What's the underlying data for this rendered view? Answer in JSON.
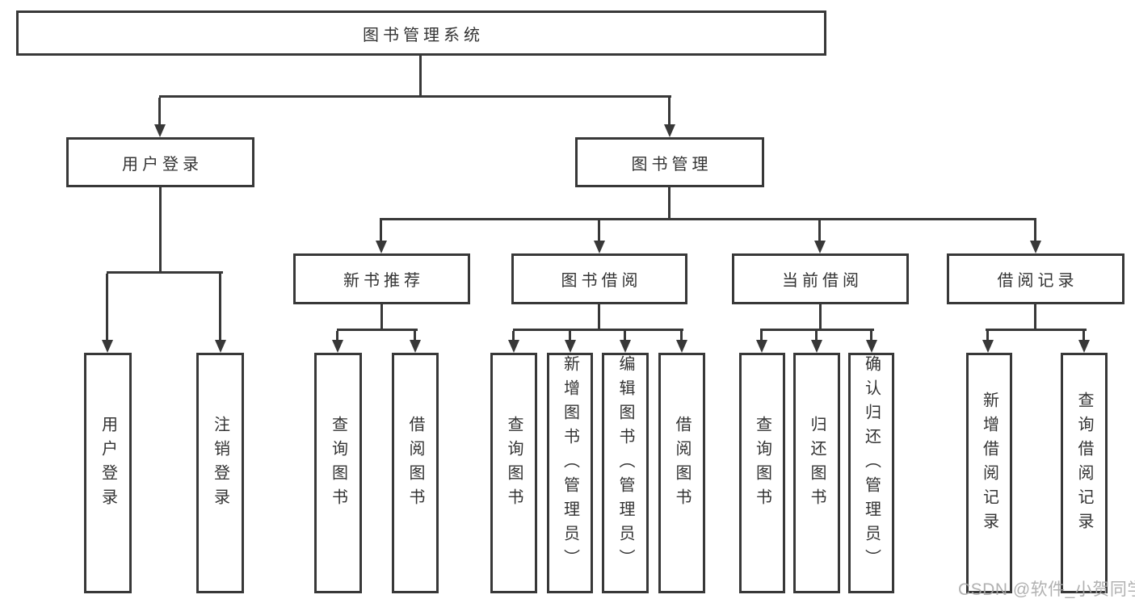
{
  "diagram": {
    "root": {
      "label": "图书管理系统"
    },
    "level2": [
      {
        "label": "用户登录"
      },
      {
        "label": "图书管理"
      }
    ],
    "level3": [
      {
        "label": "新书推荐"
      },
      {
        "label": "图书借阅"
      },
      {
        "label": "当前借阅"
      },
      {
        "label": "借阅记录"
      }
    ],
    "leaves": {
      "user_login": [
        {
          "label": "用户登录"
        },
        {
          "label": "注销登录"
        }
      ],
      "new_book": [
        {
          "label": "查询图书"
        },
        {
          "label": "借阅图书"
        }
      ],
      "book_borrow": [
        {
          "label": "查询图书"
        },
        {
          "label": "新增图书（管理员）"
        },
        {
          "label": "编辑图书（管理员）"
        },
        {
          "label": "借阅图书"
        }
      ],
      "current_borrow": [
        {
          "label": "查询图书"
        },
        {
          "label": "归还图书"
        },
        {
          "label": "确认归还（管理员）"
        }
      ],
      "borrow_record": [
        {
          "label": "新增借阅记录"
        },
        {
          "label": "查询借阅记录"
        }
      ]
    }
  },
  "watermark": "CSDN @软件_小贺同学",
  "colors": {
    "line": "#383838",
    "text": "#333333",
    "watermark": "#a9a9a9",
    "background": "#ffffff"
  }
}
